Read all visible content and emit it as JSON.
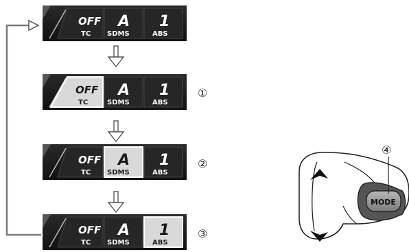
{
  "panel": {
    "tc_value": "OFF",
    "tc_label": "TC",
    "sdms_value": "A",
    "sdms_label": "SDMS",
    "abs_value": "1",
    "abs_label": "ABS"
  },
  "callouts": {
    "step1": "①",
    "step2": "②",
    "step3": "③",
    "step4": "④"
  },
  "switch": {
    "mode_label": "MODE"
  },
  "colors": {
    "panel_bg": "#1c1c1c",
    "cell_bg": "#2b2b2b",
    "selected_bg": "#d9d9d9",
    "line": "#6e6e6e"
  }
}
